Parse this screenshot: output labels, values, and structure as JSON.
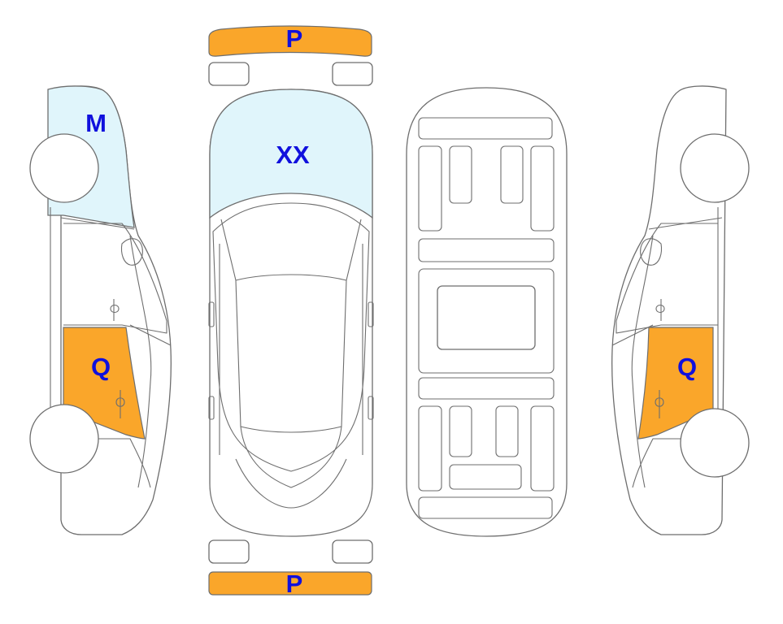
{
  "colors": {
    "glass": "#e0f5fb",
    "panel": "#faa62a",
    "outline": "#6e6e6e",
    "label": "#1010dd"
  },
  "labels": {
    "front_bumper": "P",
    "rear_bumper": "P",
    "windshield": "XX",
    "left_quarter_glass": "M",
    "left_rear_door": "Q",
    "right_rear_door": "Q"
  }
}
